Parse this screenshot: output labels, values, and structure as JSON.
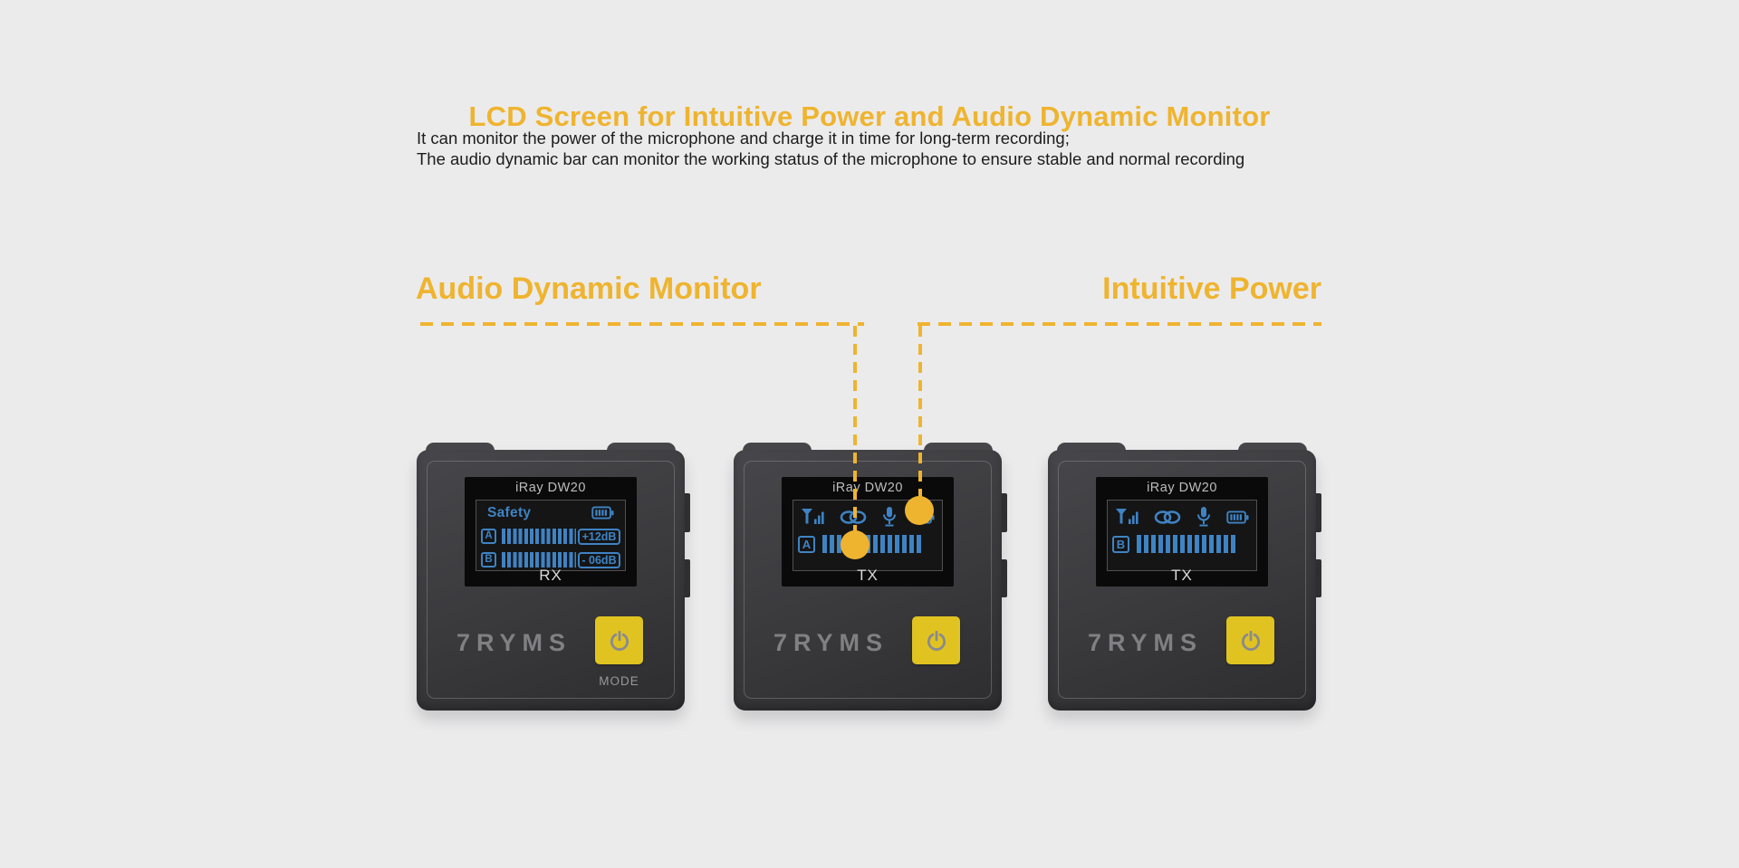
{
  "title": "LCD Screen for Intuitive Power and Audio Dynamic Monitor",
  "description": {
    "line1": "It can monitor the power of the microphone and charge it in time for long-term recording;",
    "line2": "The audio dynamic bar can monitor the working status of the microphone to ensure stable and normal recording"
  },
  "callouts": {
    "audio": "Audio Dynamic Monitor",
    "power": "Intuitive Power"
  },
  "colors": {
    "accent": "#EFB42F",
    "lcd_blue": "#3F83C3",
    "power_button": "#E0C320",
    "device_body": "#3C3C3F",
    "background": "#EBEBEC"
  },
  "icons": {
    "tx_status_row": [
      "signal-icon",
      "link-icon",
      "mic-icon",
      "battery-icon"
    ],
    "rx_status": [
      "battery-icon"
    ],
    "power_button": "power-icon"
  },
  "devices": {
    "rx": {
      "screen_title": "iRay DW20",
      "status": "Safety",
      "channel_a": {
        "letter": "A",
        "gain": "+12dB"
      },
      "channel_b": {
        "letter": "B",
        "gain": "- 06dB"
      },
      "label": "RX",
      "logo": "7RYMS",
      "button_label": "MODE"
    },
    "tx1": {
      "screen_title": "iRay DW20",
      "channel": "A",
      "label": "TX",
      "logo": "7RYMS"
    },
    "tx2": {
      "screen_title": "iRay DW20",
      "channel": "B",
      "label": "TX",
      "logo": "7RYMS"
    }
  }
}
